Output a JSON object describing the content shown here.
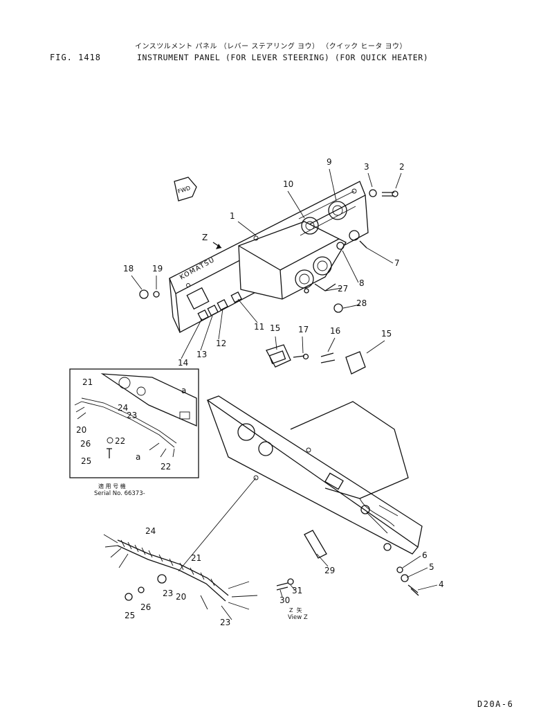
{
  "header": {
    "japanese_title": "インスツルメント パネル （レバー ステアリング ヨウ） （クイック ヒータ ヨウ）",
    "figure_number": "FIG. 1418",
    "title": "INSTRUMENT PANEL (FOR LEVER STEERING) (FOR QUICK HEATER)"
  },
  "inset": {
    "japanese_caption": "適 用 号 機",
    "serial": "Serial No. 66373-"
  },
  "view": {
    "japanese_caption": "Z  矢",
    "label": "View Z"
  },
  "decals": {
    "fwd": "FWD",
    "brand": "KOMATSU",
    "z_marker": "Z",
    "detail_a": "a"
  },
  "callouts": [
    "1",
    "2",
    "3",
    "4",
    "5",
    "6",
    "7",
    "8",
    "9",
    "10",
    "11",
    "12",
    "13",
    "14",
    "15",
    "15",
    "16",
    "17",
    "18",
    "19",
    "20",
    "20",
    "21",
    "21",
    "22",
    "22",
    "23",
    "23",
    "23",
    "24",
    "24",
    "25",
    "25",
    "26",
    "26",
    "27",
    "28",
    "29",
    "30",
    "31"
  ],
  "footer": {
    "page_code": "D20A-6"
  }
}
